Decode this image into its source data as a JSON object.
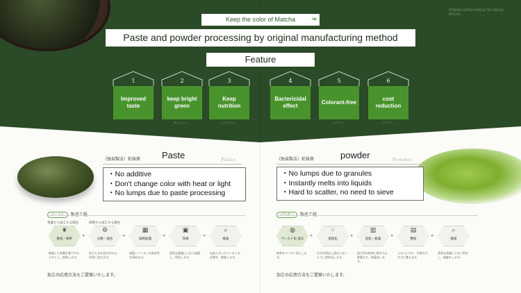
{
  "colors": {
    "dark_green": "#2b4a27",
    "box_green": "#49932d",
    "white": "#ffffff"
  },
  "top_small_text": "STEAMED SUPPLY MATCHA TEA SPECIAL MATCHA",
  "header_tag": "Keep the color of Matcha",
  "subtitle": "Paste and powder processing by original manufacturing method",
  "feature_label": "Feature",
  "features": [
    {
      "num": "1",
      "label": "Improved taste",
      "sub": ""
    },
    {
      "num": "2",
      "label": "keep bright green",
      "sub": "無いません。"
    },
    {
      "num": "3",
      "label": "Keep nutrition",
      "sub": "正求ません。"
    },
    {
      "num": "4",
      "label": "Bactericidal effect",
      "sub": ""
    },
    {
      "num": "5",
      "label": "Colorant-free",
      "sub": "正求なれ。"
    },
    {
      "num": "6",
      "label": "cost reduction",
      "sub": "正求なれ。"
    }
  ],
  "paste": {
    "jp_tag": "〔独自製法〕彩抹茶",
    "title": "Paste",
    "latin": "Paste",
    "points": [
      "・No additive",
      "・Don't change color with heat or light",
      "・No lumps due to paste processing"
    ],
    "process_pill": "ペースト",
    "process_label": "製造工程",
    "step_top_1": "茶葉から加工する場合",
    "step_top_2": "抹茶から加工する場合",
    "steps": [
      "軟化・粉砕",
      "分散・混合",
      "加熱処理",
      "充填",
      "検査"
    ],
    "descs": [
      "乾燥した茶葉を著でやわらかくし、粉砕します。",
      "粒子と水を混ぜ合わせ、均等に混ぜます。",
      "殺菌しペーストの安定性を高めます。",
      "清潔な容器に入れて殺菌し、密封します。",
      "出来上がったペーストの品質を、検査します。"
    ],
    "closing": "加工の応用方法もご提案いたします。"
  },
  "powder": {
    "jp_tag": "〔独自製法〕彩抹茶",
    "title": "powder",
    "latin": "Powder",
    "points": [
      "・No lumps due to granules",
      "・Instantly melts into liquids",
      "・Hard to scatter, no need to sieve"
    ],
    "process_pill": "パウダー",
    "process_label": "製造工程",
    "steps": [
      "ペースト化 加工",
      "造粒化",
      "造粒・乾燥",
      "整粒",
      "検査"
    ],
    "descs": [
      "抹茶をペースト状にします。",
      "水分を飛ばし固まらないように造粒化します。",
      "加工用の抹茶に熱を与え乾燥させ、結晶化します。",
      "ふるいにかけ、均等な大きさに整えます。",
      "清潔な容器に入れて密封し、検査をします。"
    ],
    "closing": "加工の応用方法もご提案いたします。"
  }
}
